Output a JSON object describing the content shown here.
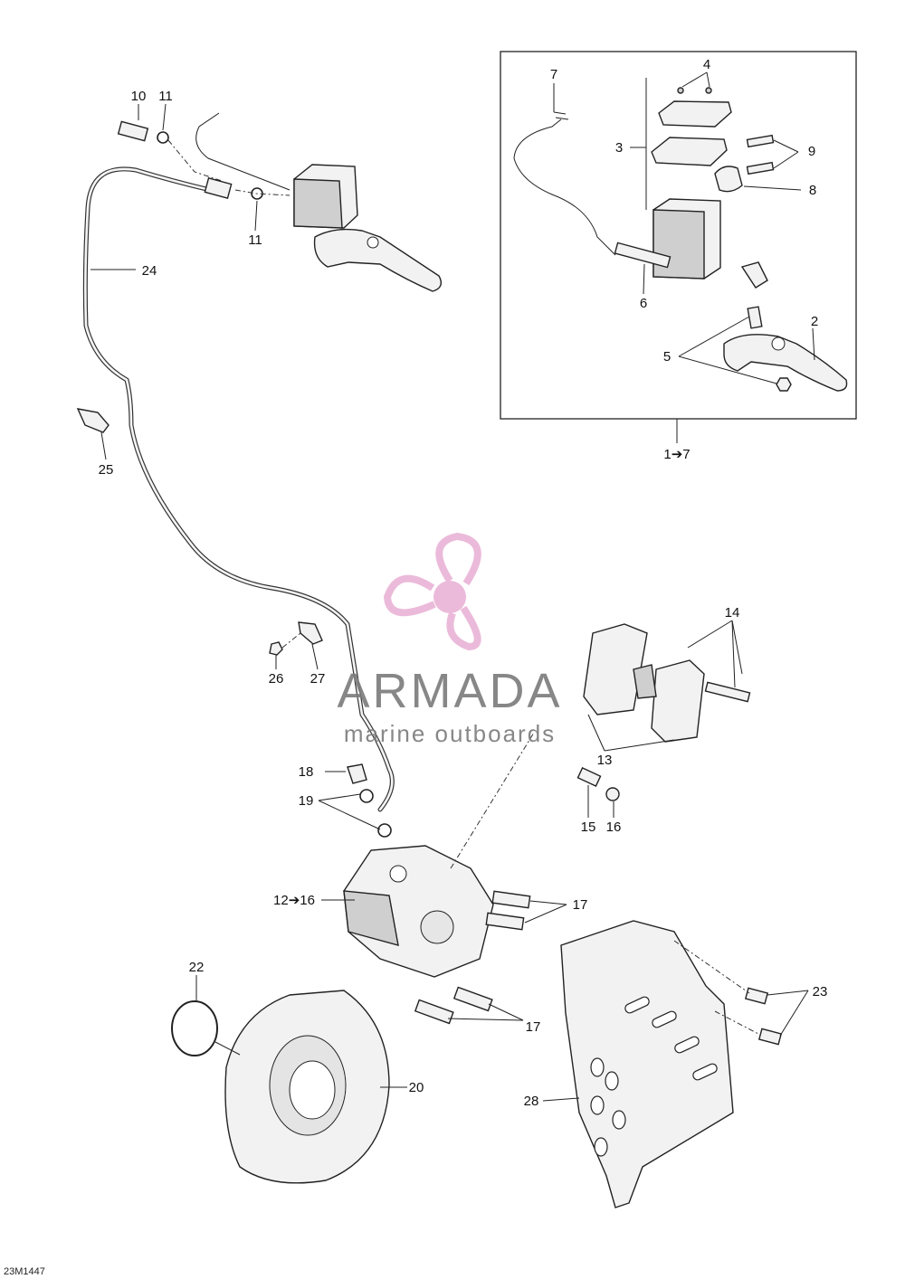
{
  "diagram": {
    "callouts": {
      "c1": "1➔7",
      "c2": "2",
      "c3": "3",
      "c4": "4",
      "c5": "5",
      "c6": "6",
      "c7": "7",
      "c8": "8",
      "c9": "9",
      "c10": "10",
      "c11a": "11",
      "c11b": "11",
      "c12": "12➔16",
      "c13": "13",
      "c14": "14",
      "c15": "15",
      "c16": "16",
      "c17a": "17",
      "c17b": "17",
      "c18": "18",
      "c19": "19",
      "c20": "20",
      "c22": "22",
      "c23": "23",
      "c24": "24",
      "c25": "25",
      "c26": "26",
      "c27": "27",
      "c28": "28"
    },
    "diagram_id": "23M1447"
  },
  "watermark": {
    "brand": "ARMADA",
    "tagline": "marine outboards",
    "color": "#e9b3d6",
    "text_color": "#7b7b7b"
  }
}
